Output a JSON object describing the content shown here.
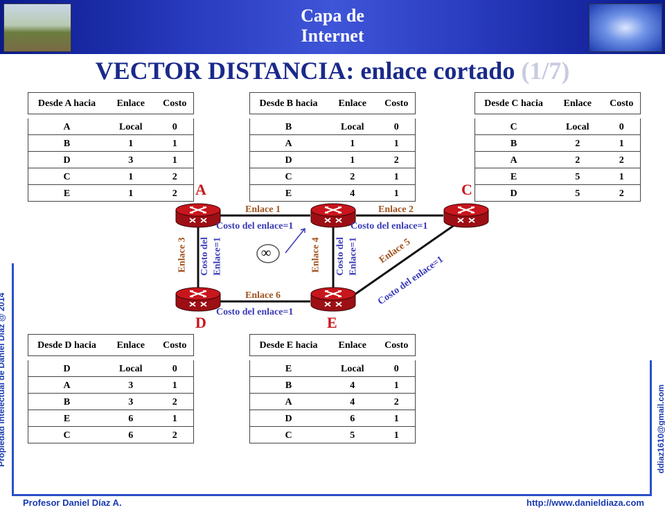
{
  "header": {
    "title_line1": "Capa de",
    "title_line2": "Internet"
  },
  "title": {
    "main": "VECTOR DISTANCIA: enlace cortado",
    "page": "(1/7)"
  },
  "sidebar": {
    "left_text": "Propiedad intelectual de Daniel Díaz @ 2014",
    "right_text": "ddiaz1610@gmail.com"
  },
  "footer": {
    "left": "Profesor Daniel Díaz A.",
    "right": "http://www.danieldiaza.com"
  },
  "columns": {
    "enlace": "Enlace",
    "costo": "Costo"
  },
  "tables": {
    "A": {
      "header": "Desde A hacia",
      "rows": [
        [
          "A",
          "Local",
          "0"
        ],
        [
          "B",
          "1",
          "1"
        ],
        [
          "D",
          "3",
          "1"
        ],
        [
          "C",
          "1",
          "2"
        ],
        [
          "E",
          "1",
          "2"
        ]
      ]
    },
    "B": {
      "header": "Desde B hacia",
      "rows": [
        [
          "B",
          "Local",
          "0"
        ],
        [
          "A",
          "1",
          "1"
        ],
        [
          "D",
          "1",
          "2"
        ],
        [
          "C",
          "2",
          "1"
        ],
        [
          "E",
          "4",
          "1"
        ]
      ]
    },
    "C": {
      "header": "Desde C hacia",
      "rows": [
        [
          "C",
          "Local",
          "0"
        ],
        [
          "B",
          "2",
          "1"
        ],
        [
          "A",
          "2",
          "2"
        ],
        [
          "E",
          "5",
          "1"
        ],
        [
          "D",
          "5",
          "2"
        ]
      ]
    },
    "D": {
      "header": "Desde D hacia",
      "rows": [
        [
          "D",
          "Local",
          "0"
        ],
        [
          "A",
          "3",
          "1"
        ],
        [
          "B",
          "3",
          "2"
        ],
        [
          "E",
          "6",
          "1"
        ],
        [
          "C",
          "6",
          "2"
        ]
      ]
    },
    "E": {
      "header": "Desde E hacia",
      "rows": [
        [
          "E",
          "Local",
          "0"
        ],
        [
          "B",
          "4",
          "1"
        ],
        [
          "A",
          "4",
          "2"
        ],
        [
          "D",
          "6",
          "1"
        ],
        [
          "C",
          "5",
          "1"
        ]
      ]
    }
  },
  "nodes": {
    "A": "A",
    "C": "C",
    "D": "D",
    "E": "E"
  },
  "links": {
    "l1": "Enlace 1",
    "l2": "Enlace 2",
    "l3": "Enlace 3",
    "l4": "Enlace 4",
    "l5": "Enlace 5",
    "l6": "Enlace 6",
    "cost": "Costo del enlace=1",
    "cost_v1": "Costo del",
    "cost_v2": "Enlace=1",
    "broken": "∞"
  },
  "colors": {
    "banner": "#2a3cc0",
    "title": "#1a2a8a",
    "router": "#c8161d",
    "link_label": "#a0521e",
    "cost_label": "#3a3ab8"
  }
}
